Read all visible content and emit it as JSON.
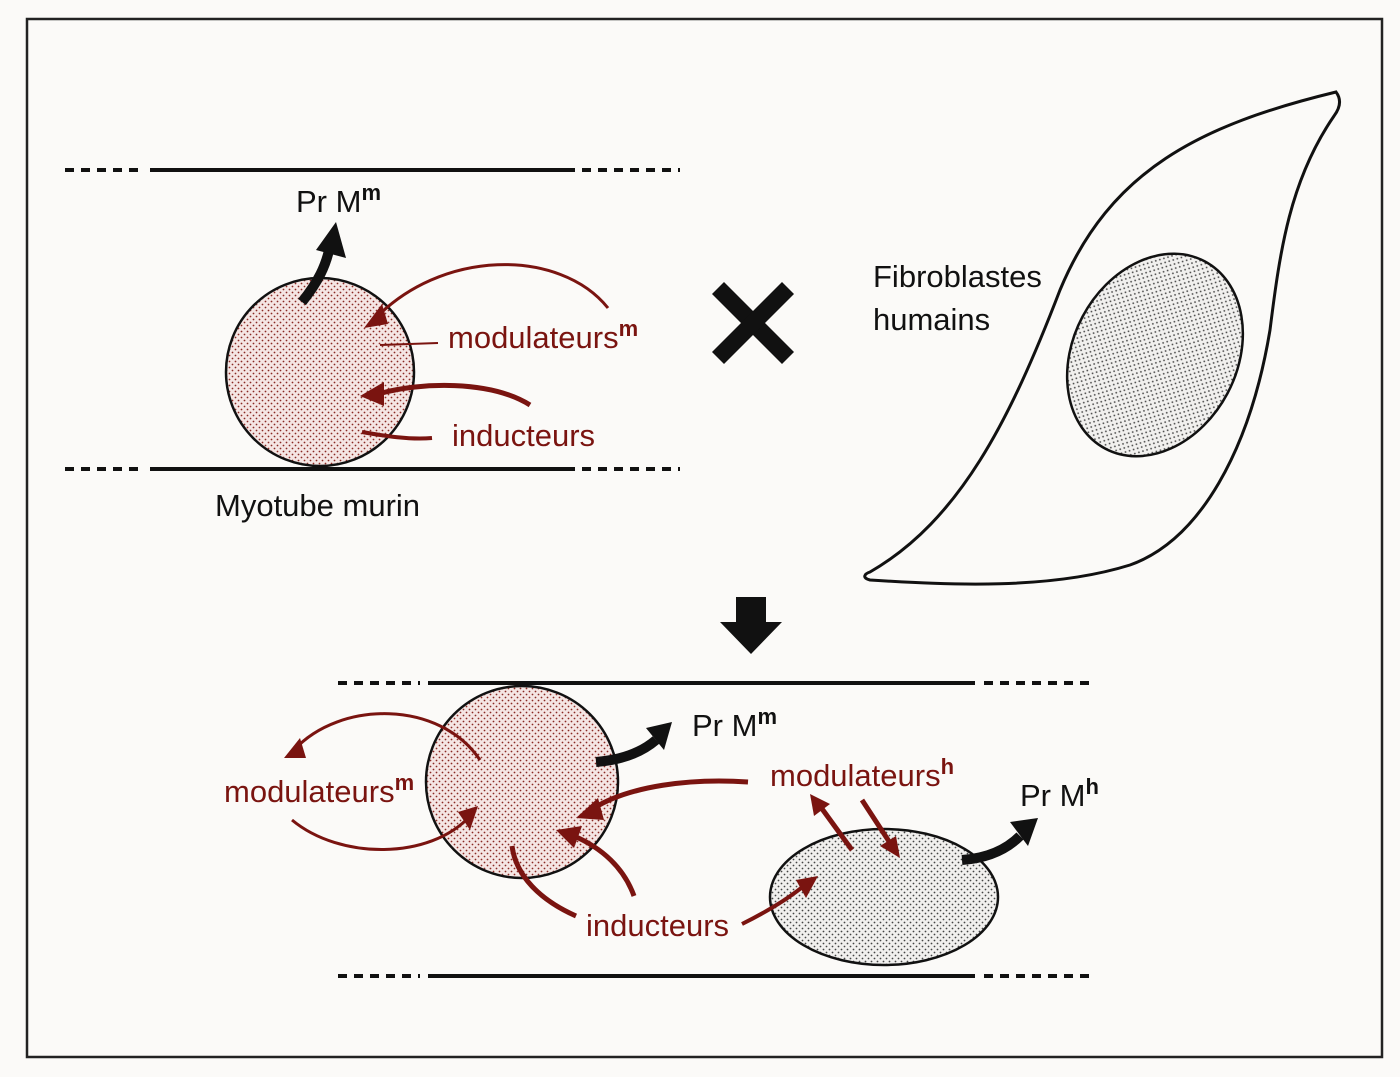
{
  "top": {
    "product_label": "Pr M",
    "product_sup": "m",
    "modulators_label": "modulateurs",
    "modulators_sup": "m",
    "inducers_label": "inducteurs",
    "myotube_label": "Myotube murin"
  },
  "fibroblast": {
    "line1": "Fibroblastes",
    "line2": "humains"
  },
  "bottom": {
    "product_m_label": "Pr M",
    "product_m_sup": "m",
    "product_h_label": "Pr M",
    "product_h_sup": "h",
    "modulators_m_label": "modulateurs",
    "modulators_m_sup": "m",
    "modulators_h_label": "modulateurs",
    "modulators_h_sup": "h",
    "inducers_label": "inducteurs"
  },
  "colors": {
    "ink": "#111111",
    "red": "#7a1410",
    "frame": "#222222"
  }
}
